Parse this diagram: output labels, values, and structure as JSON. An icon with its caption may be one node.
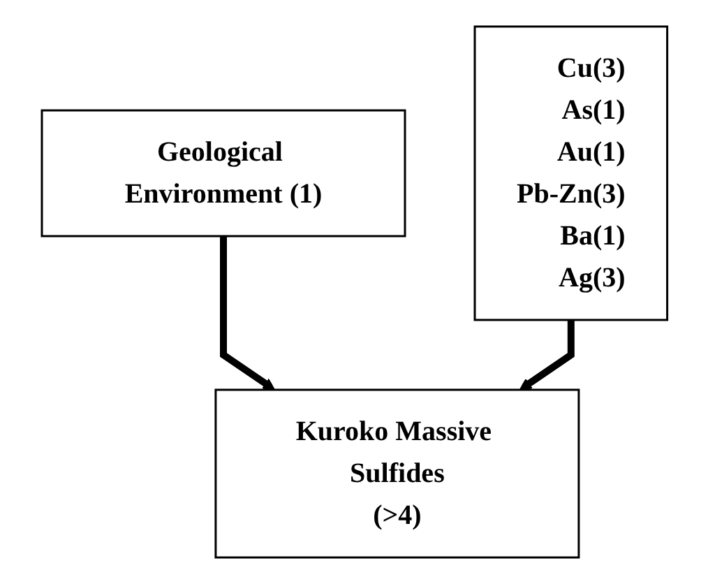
{
  "diagram": {
    "nodes": [
      {
        "text": [
          "Geological Environment (1)"
        ]
      },
      {
        "text": [
          "Cu(3)",
          "As(1)",
          "Au(1)",
          "Pb-Zn(3)",
          "Ba(1)",
          "Ag(3)"
        ]
      },
      {
        "text": [
          "Kuroko Massive Sulfides",
          "(>4)"
        ]
      }
    ],
    "edges": [
      {
        "from": 0,
        "to": 2,
        "arrow": "to"
      },
      {
        "from": 1,
        "to": 2,
        "arrow": "to"
      }
    ]
  }
}
